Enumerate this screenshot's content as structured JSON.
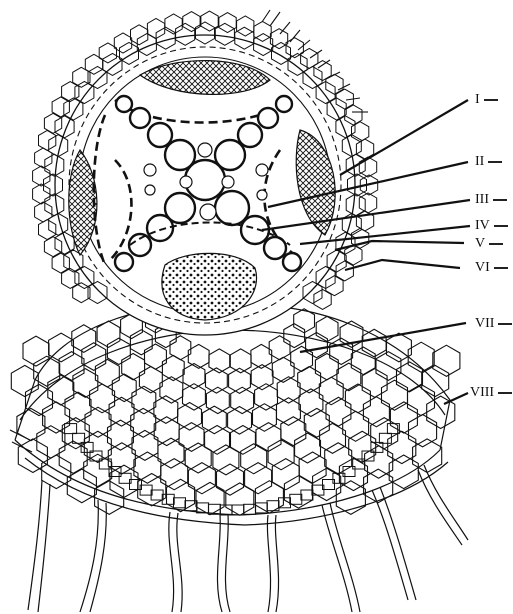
{
  "labels": [
    {
      "id": "I",
      "text": "I"
    },
    {
      "id": "II",
      "text": "II"
    },
    {
      "id": "III",
      "text": "III"
    },
    {
      "id": "IV",
      "text": "IV"
    },
    {
      "id": "V",
      "text": "V"
    },
    {
      "id": "VI",
      "text": "VI"
    },
    {
      "id": "VII",
      "text": "VII"
    },
    {
      "id": "VIII",
      "text": "VIII"
    }
  ],
  "colors": {
    "ink": "#111111",
    "background": "#ffffff"
  }
}
